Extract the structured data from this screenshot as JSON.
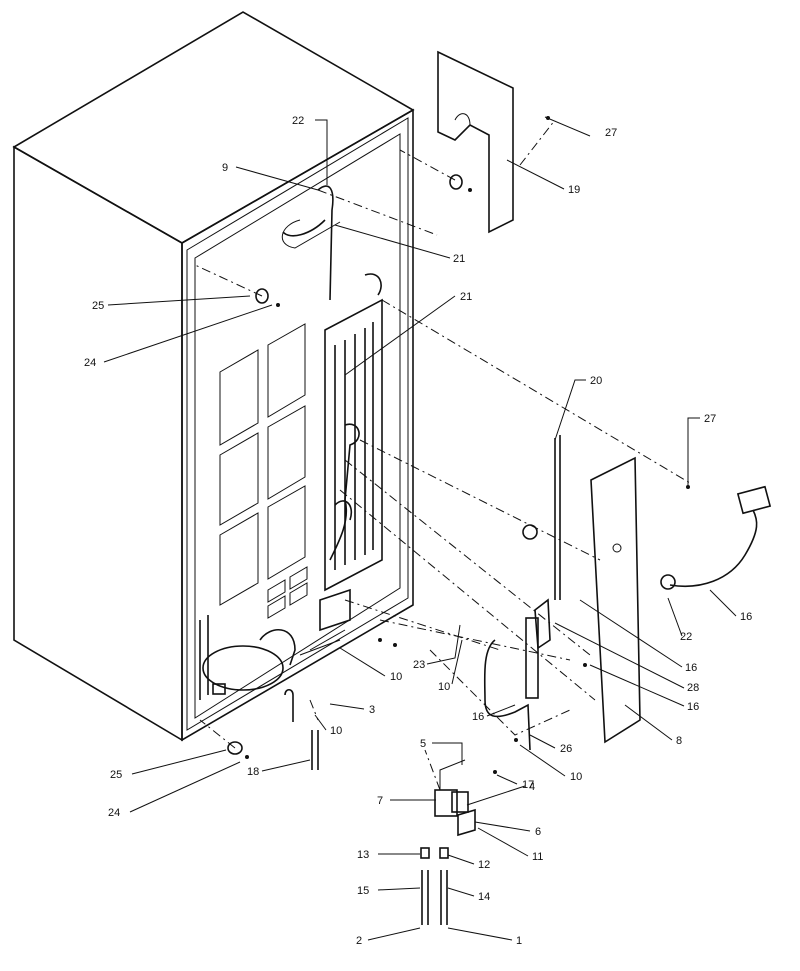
{
  "callouts": [
    {
      "id": "c1",
      "text": "1"
    },
    {
      "id": "c2",
      "text": "2"
    },
    {
      "id": "c3",
      "text": "3"
    },
    {
      "id": "c4",
      "text": "4"
    },
    {
      "id": "c5",
      "text": "5"
    },
    {
      "id": "c6",
      "text": "6"
    },
    {
      "id": "c7",
      "text": "7"
    },
    {
      "id": "c8",
      "text": "8"
    },
    {
      "id": "c9",
      "text": "9"
    },
    {
      "id": "c10a",
      "text": "10"
    },
    {
      "id": "c10b",
      "text": "10"
    },
    {
      "id": "c10c",
      "text": "10"
    },
    {
      "id": "c10d",
      "text": "10"
    },
    {
      "id": "c11",
      "text": "11"
    },
    {
      "id": "c12",
      "text": "12"
    },
    {
      "id": "c13",
      "text": "13"
    },
    {
      "id": "c14",
      "text": "14"
    },
    {
      "id": "c15",
      "text": "15"
    },
    {
      "id": "c16a",
      "text": "16"
    },
    {
      "id": "c16b",
      "text": "16"
    },
    {
      "id": "c16c",
      "text": "16"
    },
    {
      "id": "c16d",
      "text": "16"
    },
    {
      "id": "c17",
      "text": "17"
    },
    {
      "id": "c18",
      "text": "18"
    },
    {
      "id": "c19",
      "text": "19"
    },
    {
      "id": "c20",
      "text": "20"
    },
    {
      "id": "c21a",
      "text": "21"
    },
    {
      "id": "c21b",
      "text": "21"
    },
    {
      "id": "c22a",
      "text": "22"
    },
    {
      "id": "c22b",
      "text": "22"
    },
    {
      "id": "c23",
      "text": "23"
    },
    {
      "id": "c24a",
      "text": "24"
    },
    {
      "id": "c24b",
      "text": "24"
    },
    {
      "id": "c25a",
      "text": "25"
    },
    {
      "id": "c25b",
      "text": "25"
    },
    {
      "id": "c26",
      "text": "26"
    },
    {
      "id": "c27a",
      "text": "27"
    },
    {
      "id": "c27b",
      "text": "27"
    },
    {
      "id": "c28",
      "text": "28"
    }
  ]
}
